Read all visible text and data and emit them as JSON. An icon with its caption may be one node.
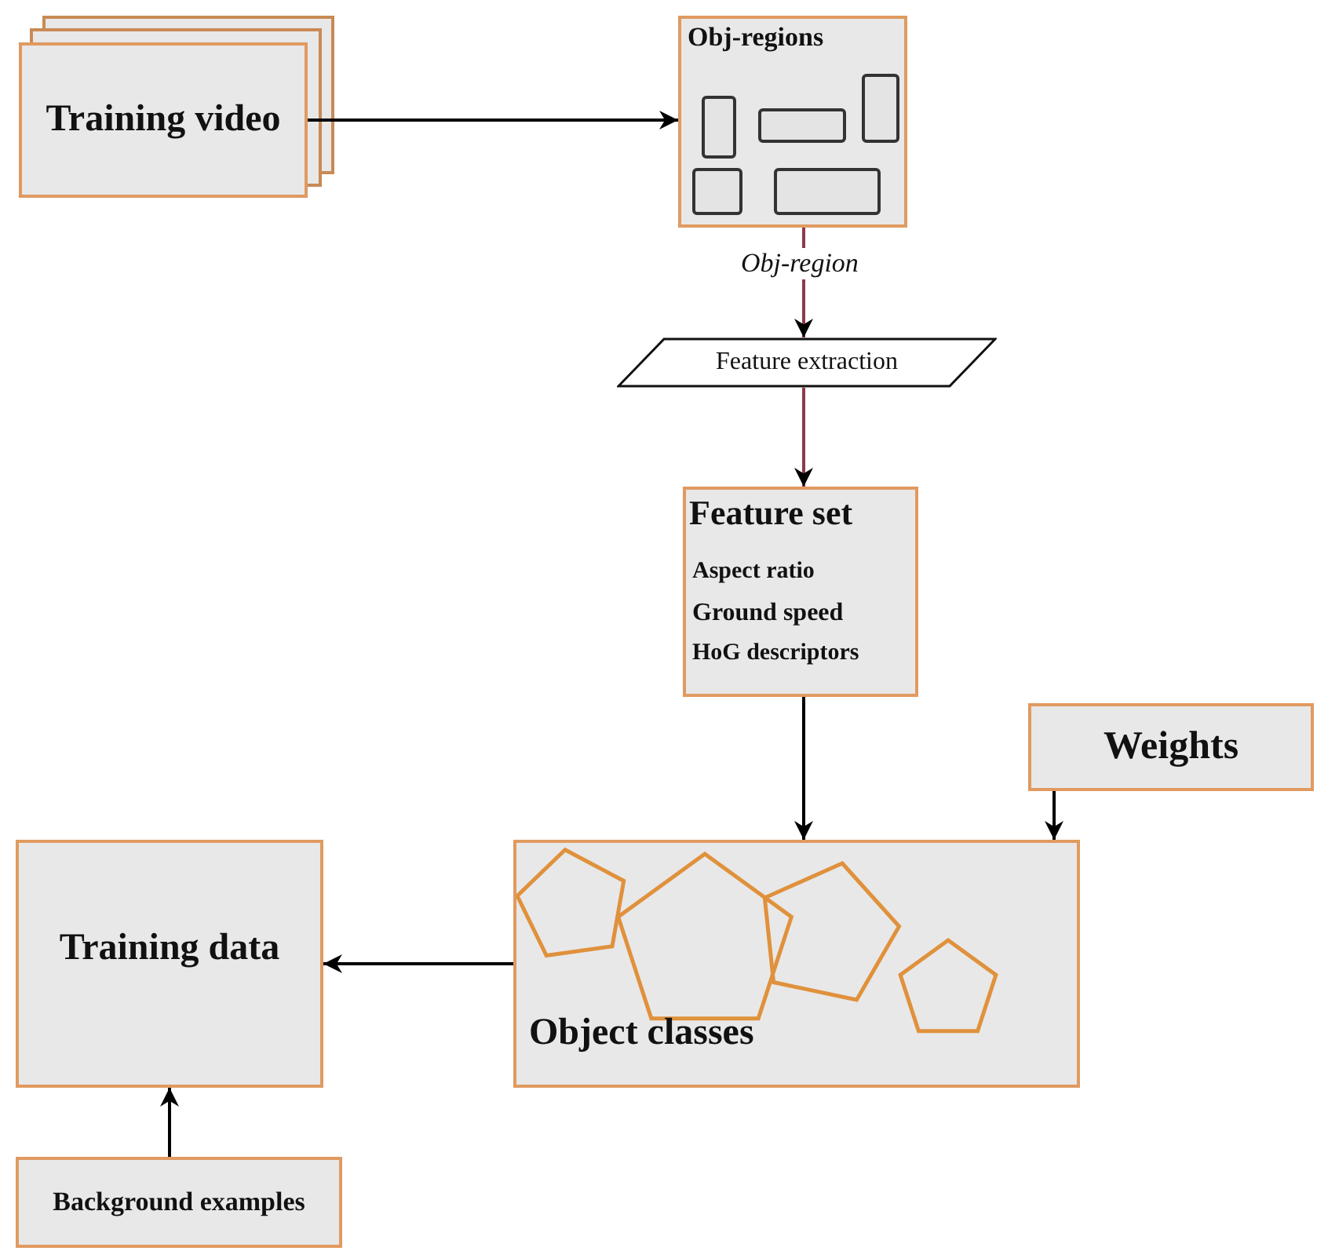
{
  "diagram": {
    "nodes": [
      {
        "text": [
          "Training video"
        ]
      },
      {
        "text": [
          "Obj-regions"
        ]
      },
      {
        "text": [
          "Feature extraction"
        ]
      },
      {
        "text": [
          "Feature set",
          "Aspect ratio",
          "Ground speed",
          "HoG descriptors"
        ]
      },
      {
        "text": [
          "Weights"
        ]
      },
      {
        "text": [
          "Object classes"
        ]
      },
      {
        "text": [
          "Training data"
        ]
      },
      {
        "text": [
          "Background examples"
        ]
      }
    ],
    "edges": [
      {
        "from": 0,
        "to": 1,
        "arrow": "to"
      },
      {
        "from": 1,
        "to": 2,
        "arrow": "to",
        "label": "Obj-region",
        "color": "#8e3a4a"
      },
      {
        "from": 2,
        "to": 3,
        "arrow": "to",
        "color": "#8e3a4a"
      },
      {
        "from": 3,
        "to": 5,
        "arrow": "to"
      },
      {
        "from": 4,
        "to": 5,
        "arrow": "to"
      },
      {
        "from": 5,
        "to": 6,
        "arrow": "to"
      },
      {
        "from": 7,
        "to": 6,
        "arrow": "to"
      }
    ]
  }
}
